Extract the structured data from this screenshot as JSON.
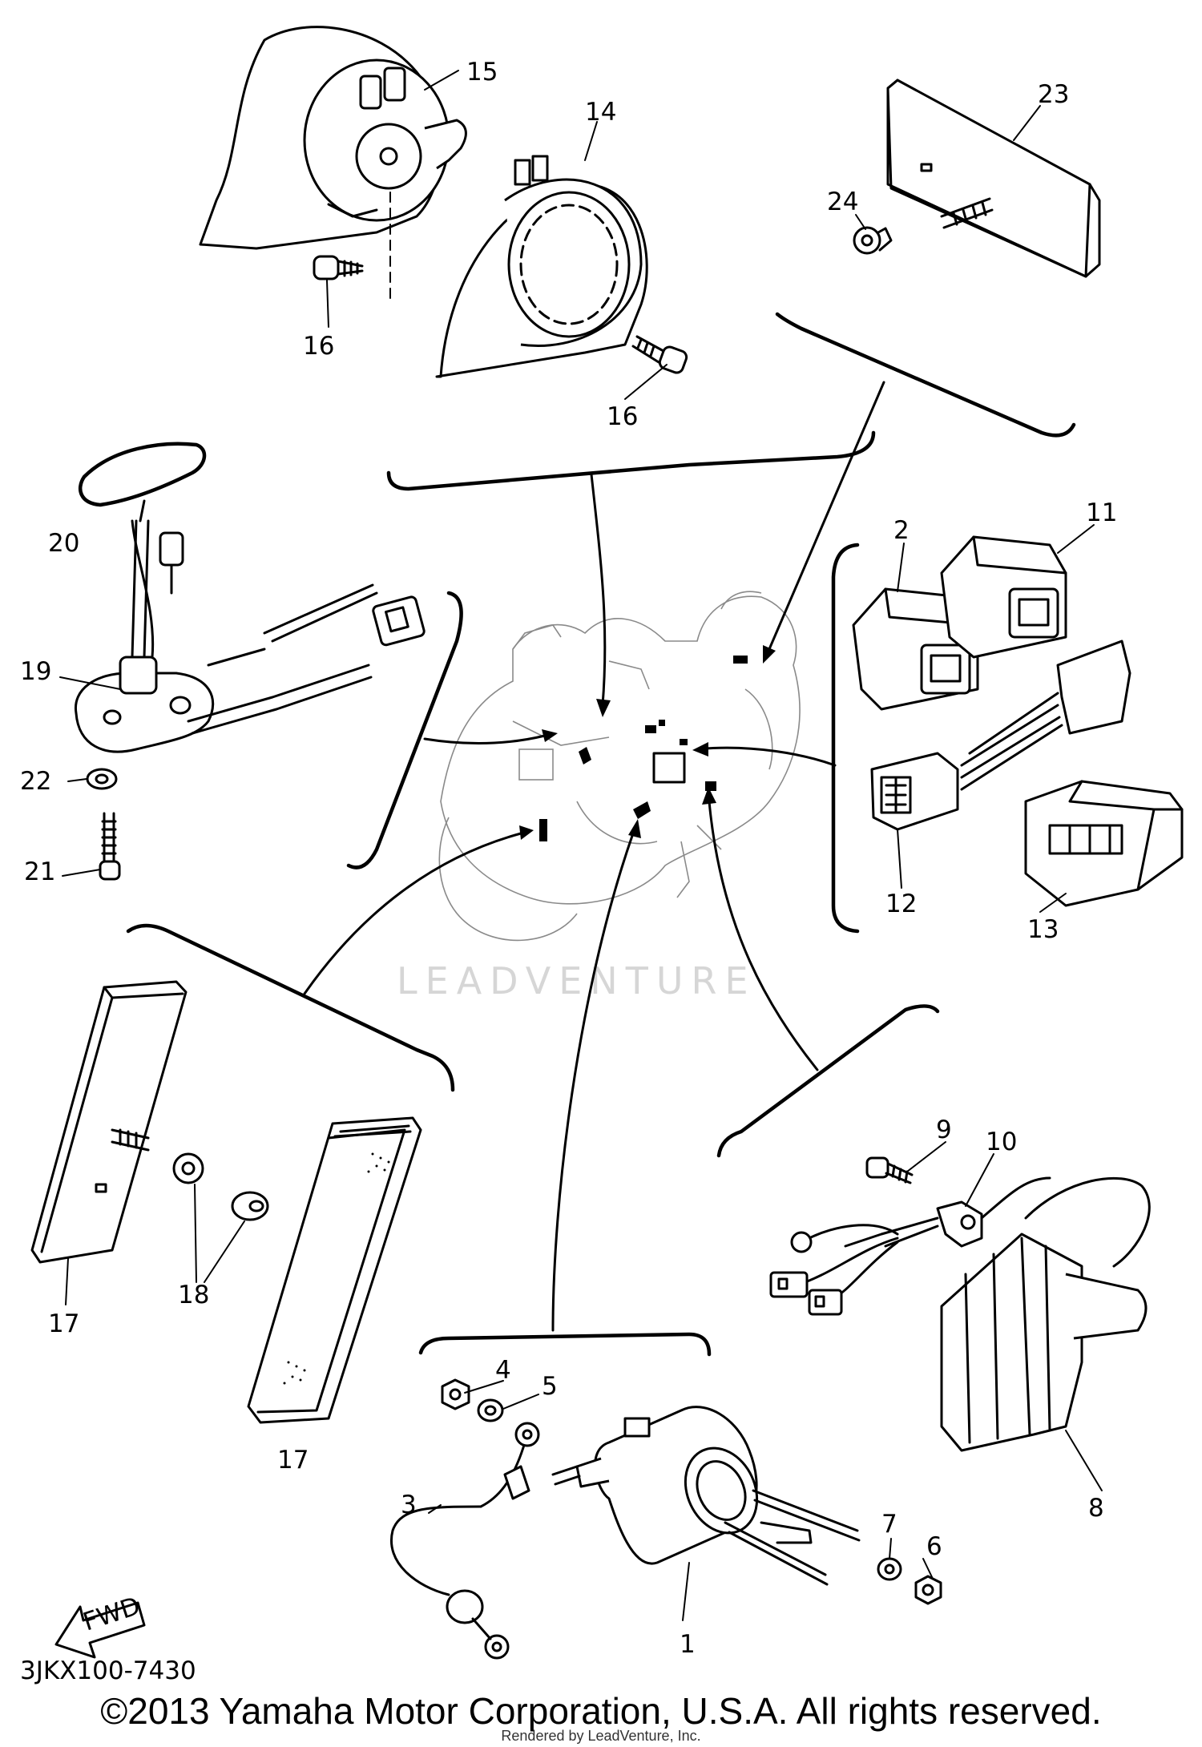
{
  "diagram": {
    "callouts": [
      {
        "id": "1",
        "label": "1"
      },
      {
        "id": "2",
        "label": "2"
      },
      {
        "id": "3",
        "label": "3"
      },
      {
        "id": "4",
        "label": "4"
      },
      {
        "id": "5",
        "label": "5"
      },
      {
        "id": "6",
        "label": "6"
      },
      {
        "id": "7",
        "label": "7"
      },
      {
        "id": "8",
        "label": "8"
      },
      {
        "id": "9",
        "label": "9"
      },
      {
        "id": "10",
        "label": "10"
      },
      {
        "id": "11",
        "label": "11"
      },
      {
        "id": "12",
        "label": "12"
      },
      {
        "id": "13",
        "label": "13"
      },
      {
        "id": "14",
        "label": "14"
      },
      {
        "id": "15",
        "label": "15"
      },
      {
        "id": "16a",
        "label": "16"
      },
      {
        "id": "16b",
        "label": "16"
      },
      {
        "id": "17a",
        "label": "17"
      },
      {
        "id": "17b",
        "label": "17"
      },
      {
        "id": "18",
        "label": "18"
      },
      {
        "id": "19",
        "label": "19"
      },
      {
        "id": "20",
        "label": "20"
      },
      {
        "id": "21",
        "label": "21"
      },
      {
        "id": "22",
        "label": "22"
      },
      {
        "id": "23",
        "label": "23"
      },
      {
        "id": "24",
        "label": "24"
      }
    ],
    "fwd_arrow_label": "FWD",
    "diagram_code": "3JKX100-7430",
    "watermark": "LEADVENTURE"
  },
  "footer": {
    "copyright": "©2013 Yamaha Motor Corporation, U.S.A. All rights reserved.",
    "rendered_by": "Rendered by LeadVenture, Inc."
  }
}
